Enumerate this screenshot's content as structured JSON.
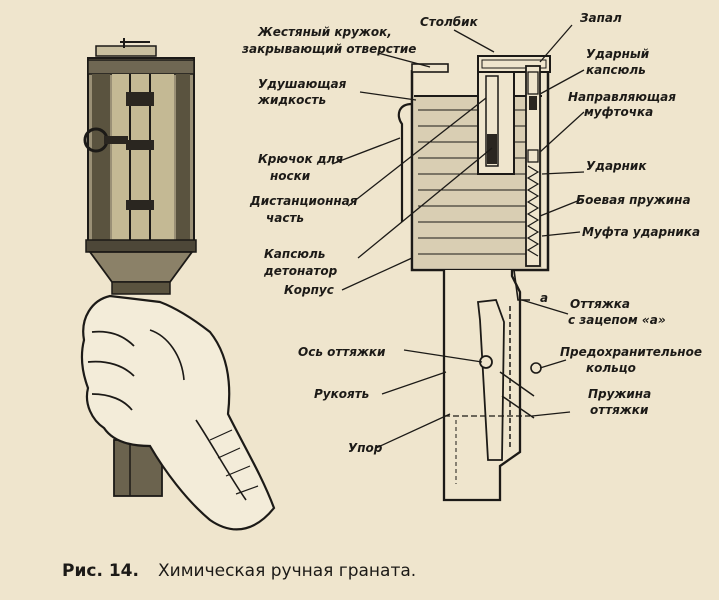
{
  "caption": {
    "prefix": "Рис. 14.",
    "title": "Химическая ручная граната."
  },
  "labels": {
    "tin_cap": [
      "Жестяный кружок,",
      "закрывающий отверстие"
    ],
    "choking_liquid": [
      "Удушающая",
      "жидкость"
    ],
    "hook": [
      "Крючок для",
      "носки"
    ],
    "time_part": [
      "Дистанционная",
      "часть"
    ],
    "detonator": [
      "Капсюль",
      "детонатор"
    ],
    "body": [
      "Корпус"
    ],
    "pull_axis": [
      "Ось оттяжки"
    ],
    "handle": [
      "Рукоять"
    ],
    "stop": [
      "Упор"
    ],
    "column": [
      "Столбик"
    ],
    "fuse": [
      "Запал"
    ],
    "percussion_cap": [
      "Ударный",
      "капсюль"
    ],
    "guide_sleeve": [
      "Направляющая",
      "муфточка"
    ],
    "striker": [
      "Ударник"
    ],
    "mainspring": [
      "Боевая пружина"
    ],
    "striker_sleeve": [
      "Муфта ударника"
    ],
    "pull_hook": [
      "Оттяжка",
      "с зацепом «а»"
    ],
    "safety_ring": [
      "Предохранительное",
      "кольцо"
    ],
    "pull_spring": [
      "Пружина",
      "оттяжки"
    ],
    "marker_a": "а"
  },
  "colors": {
    "paper": "#efe5cd",
    "ink": "#1c1a17",
    "liquid": "#d9ceb3"
  }
}
